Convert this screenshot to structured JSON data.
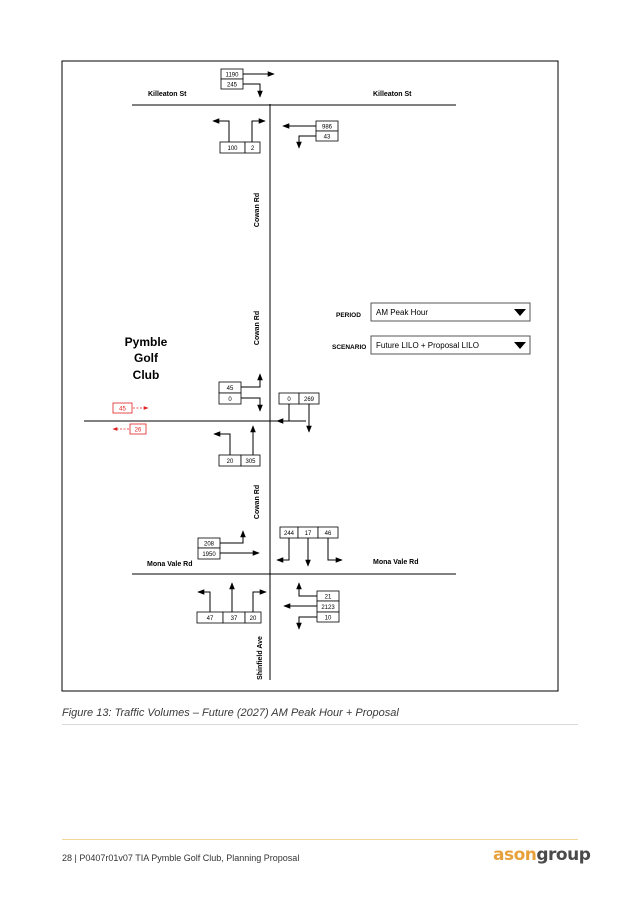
{
  "streets": {
    "killeaton_left": "Killeaton St",
    "killeaton_right": "Killeaton St",
    "cowan_upper": "Cowan Rd",
    "cowan_middle": "Cowan Rd",
    "cowan_lower": "Cowan Rd",
    "mona_vale_left": "Mona Vale Rd",
    "mona_vale_right": "Mona Vale Rd",
    "shinfield": "Shinfield Ave"
  },
  "golf_club": {
    "line1": "Pymble",
    "line2": "Golf",
    "line3": "Club"
  },
  "controls": {
    "period_label": "PERIOD",
    "period_value": "AM Peak Hour",
    "scenario_label": "SCENARIO",
    "scenario_value": "Future LILO + Proposal LILO"
  },
  "volumes": {
    "killeaton_east_top": "1190",
    "killeaton_east_bottom": "245",
    "cowan_north_a": "100",
    "cowan_north_b": "2",
    "killeaton_west_top": "986",
    "killeaton_west_bottom": "43",
    "mid_south_top": "45",
    "mid_south_bottom": "0",
    "mid_north_a": "0",
    "mid_north_b": "269",
    "golf_out": "45",
    "golf_in": "26",
    "mid_bottom_a": "20",
    "mid_bottom_b": "305",
    "mona_north_a": "244",
    "mona_north_b": "17",
    "mona_north_c": "46",
    "mona_east_top": "208",
    "mona_east_bottom": "1950",
    "mona_west_top": "21",
    "mona_west_mid": "2123",
    "mona_west_bottom": "10",
    "shinfield_a": "47",
    "shinfield_b": "37",
    "shinfield_c": "20"
  },
  "colors": {
    "highlight": "#e02020",
    "frame": "#000000",
    "logo_accent": "#e8a13a"
  },
  "caption": "Figure 13: Traffic Volumes – Future (2027) AM Peak Hour + Proposal",
  "footer": {
    "text": "28 | P0407r01v07 TIA Pymble Golf Club, Planning Proposal",
    "logo_part1": "ason",
    "logo_part2": "group"
  }
}
